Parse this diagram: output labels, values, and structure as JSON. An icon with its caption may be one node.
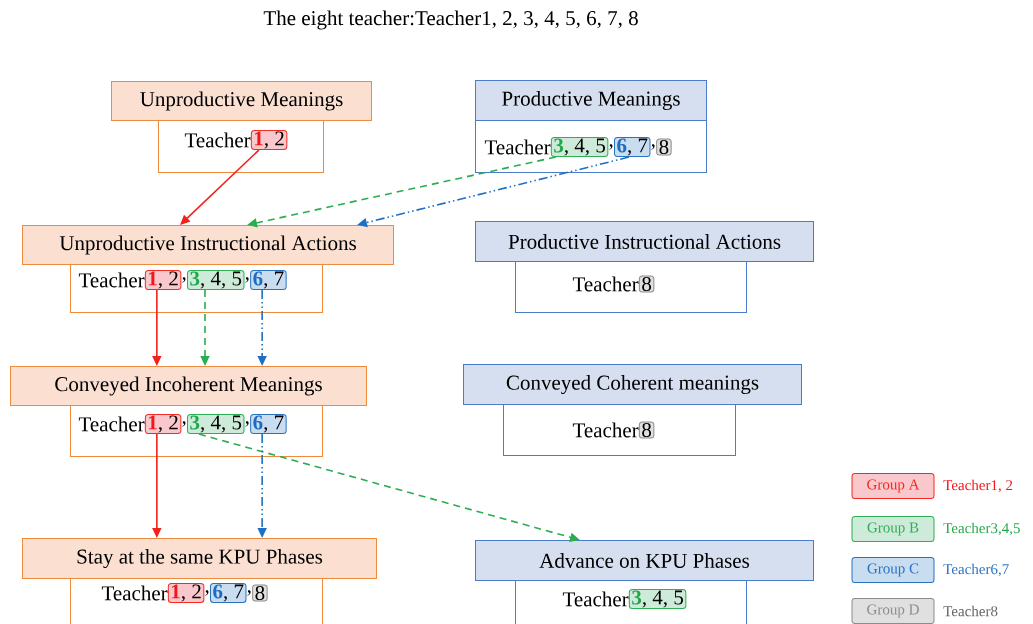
{
  "diagram": {
    "title": "The eight teacher:Teacher1, 2, 3, 4, 5, 6, 7, 8",
    "nodes": [
      {
        "text": [
          "Unproductive Meanings"
        ]
      },
      {
        "text": [
          "Teacher"
        ]
      },
      {
        "text": [
          "**1**, 2"
        ],
        "in": 1
      },
      {
        "text": [
          "Productive Meanings"
        ]
      },
      {
        "text": [
          "Teacher",
          ",",
          ","
        ]
      },
      {
        "text": [
          "**3**, 4, 5"
        ],
        "in": 4
      },
      {
        "text": [
          "**6**, 7"
        ],
        "in": 4
      },
      {
        "text": [
          "8"
        ],
        "in": 4
      },
      {
        "text": [
          "Unproductive Instructional Actions"
        ]
      },
      {
        "text": [
          "Teacher",
          ",",
          ","
        ]
      },
      {
        "text": [
          "**1**, 2"
        ],
        "in": 9
      },
      {
        "text": [
          "**3**, 4, 5"
        ],
        "in": 9
      },
      {
        "text": [
          "**6**, 7"
        ],
        "in": 9
      },
      {
        "text": [
          "Productive Instructional Actions"
        ]
      },
      {
        "text": [
          "Teacher"
        ]
      },
      {
        "text": [
          "8"
        ],
        "in": 14
      },
      {
        "text": [
          "Conveyed Incoherent Meanings"
        ]
      },
      {
        "text": [
          "Teacher",
          ",",
          ","
        ]
      },
      {
        "text": [
          "**1**, 2"
        ],
        "in": 17
      },
      {
        "text": [
          "**3**, 4, 5"
        ],
        "in": 17
      },
      {
        "text": [
          "**6**, 7"
        ],
        "in": 17
      },
      {
        "text": [
          "Conveyed Coherent meanings"
        ]
      },
      {
        "text": [
          "Teacher"
        ]
      },
      {
        "text": [
          "8"
        ],
        "in": 22
      },
      {
        "text": [
          "Stay at the same KPU Phases"
        ]
      },
      {
        "text": [
          "Teacher",
          ",",
          ","
        ]
      },
      {
        "text": [
          "**1**, 2"
        ],
        "in": 25
      },
      {
        "text": [
          "**6**, 7"
        ],
        "in": 25
      },
      {
        "text": [
          "8"
        ],
        "in": 25
      },
      {
        "text": [
          "Advance on KPU Phases"
        ]
      },
      {
        "text": [
          "Teacher"
        ]
      },
      {
        "text": [
          "**3**, 4, 5"
        ],
        "in": 30
      }
    ],
    "edges": [
      {
        "from": 2,
        "to": 8,
        "arrow": "to",
        "color": "#f2221a"
      },
      {
        "from": 5,
        "to": 8,
        "arrow": "to",
        "style": "dashed",
        "color": "#2aad4f"
      },
      {
        "from": 6,
        "to": 8,
        "arrow": "to",
        "style": "dashed",
        "color": "#1f6fc4"
      },
      {
        "from": 10,
        "to": 16,
        "arrow": "to",
        "color": "#f2221a"
      },
      {
        "from": 11,
        "to": 16,
        "arrow": "to",
        "style": "dashed",
        "color": "#2aad4f"
      },
      {
        "from": 12,
        "to": 16,
        "arrow": "to",
        "style": "dashed",
        "color": "#1f6fc4"
      },
      {
        "from": 18,
        "to": 24,
        "arrow": "to",
        "color": "#f2221a"
      },
      {
        "from": 19,
        "to": 29,
        "arrow": "to",
        "style": "dashed",
        "color": "#2aad4f"
      },
      {
        "from": 20,
        "to": 24,
        "arrow": "to",
        "style": "dashed",
        "color": "#1f6fc4"
      }
    ],
    "labels": [
      "Teacher1, 2",
      "Teacher3,4,5",
      "Teacher6,7",
      "Teacher8"
    ],
    "legend": [
      {
        "text": "Group A",
        "color": "#f9c8cc"
      },
      {
        "text": "Group B",
        "color": "#cdebd8"
      },
      {
        "text": "Group C",
        "color": "#c9ddf0"
      },
      {
        "text": "Group D",
        "color": "#e0e0e0"
      }
    ]
  }
}
